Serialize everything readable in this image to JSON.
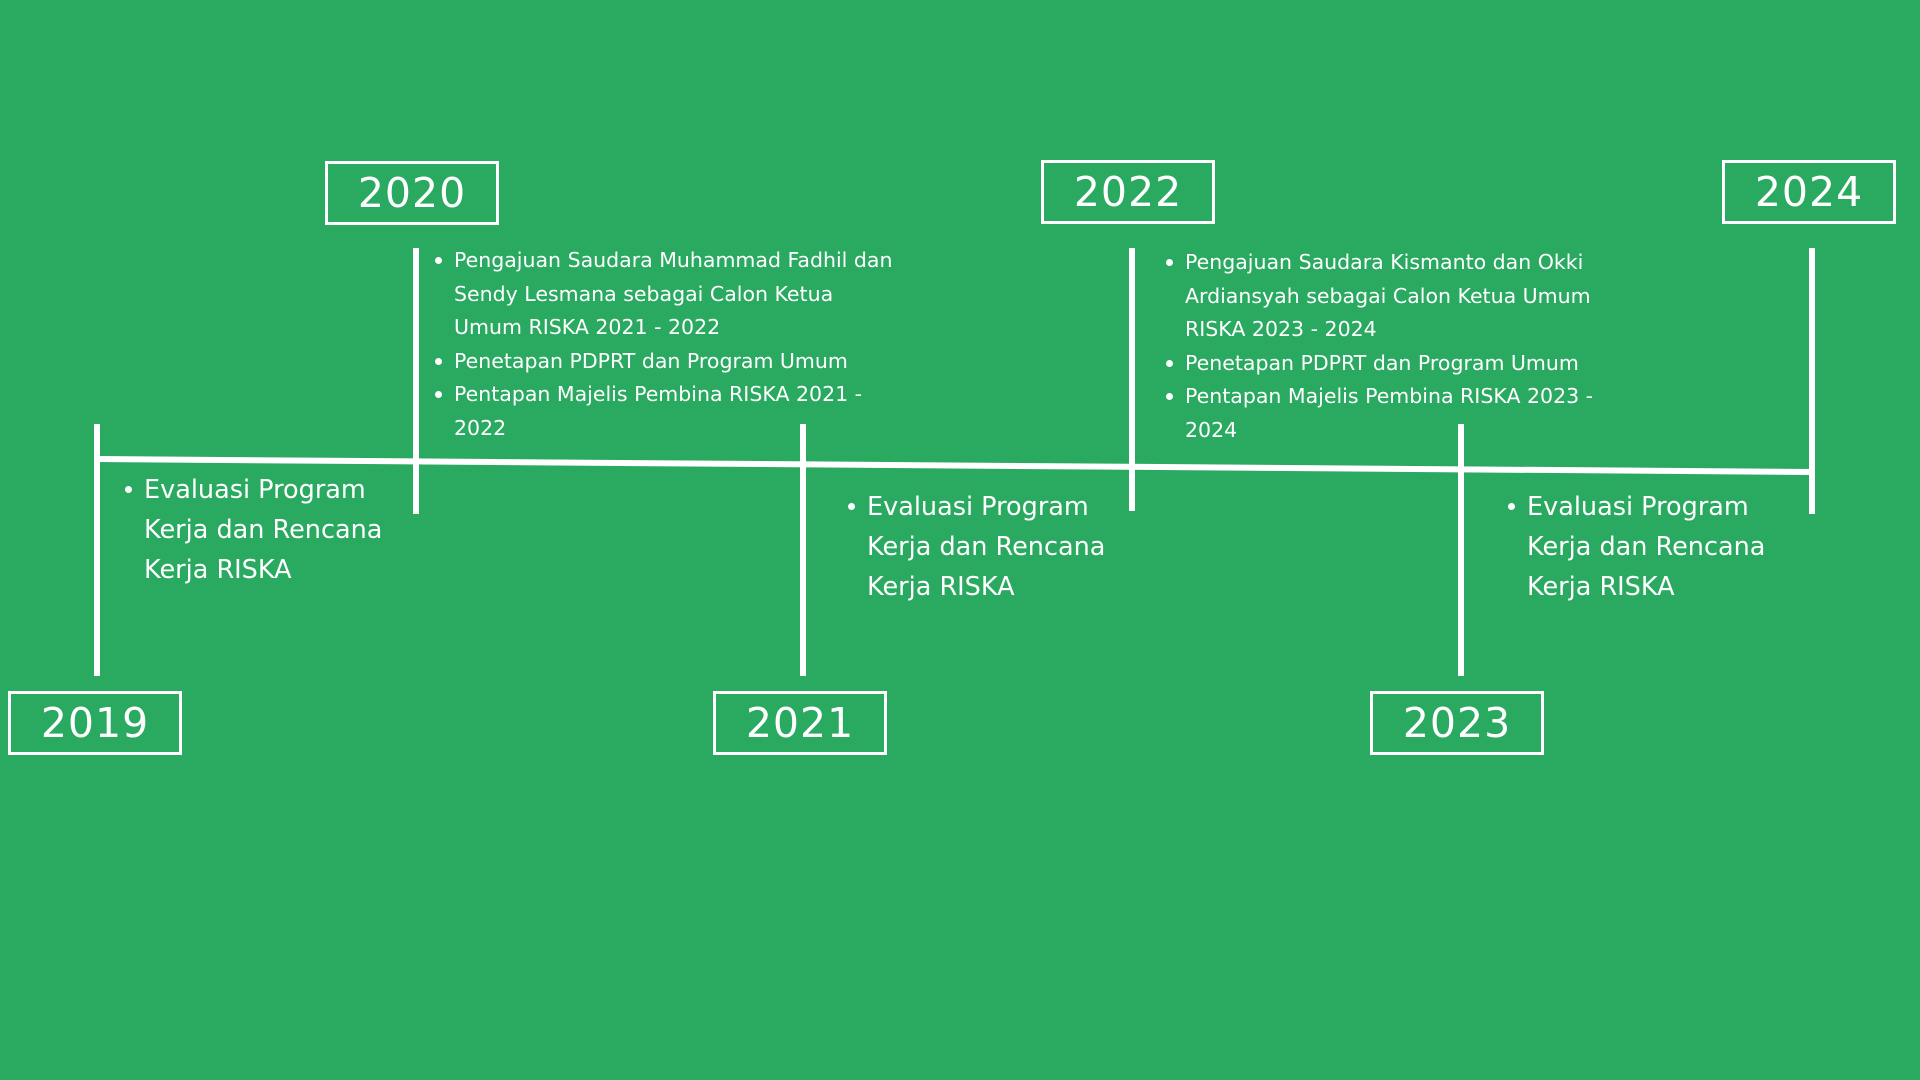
{
  "timeline": {
    "colors": {
      "background": "#2aaa61",
      "foreground": "#ffffff"
    },
    "milestones": [
      {
        "year": "2019",
        "events": [
          "Evaluasi Program Kerja dan Rencana Kerja RISKA"
        ]
      },
      {
        "year": "2020",
        "events": [
          "Pengajuan Saudara Muhammad Fadhil dan Sendy Lesmana sebagai Calon Ketua Umum RISKA 2021 - 2022",
          "Penetapan PDPRT dan Program Umum",
          "Pentapan Majelis Pembina RISKA 2021 - 2022"
        ]
      },
      {
        "year": "2021",
        "events": [
          "Evaluasi Program Kerja dan Rencana Kerja RISKA"
        ]
      },
      {
        "year": "2022",
        "events": [
          "Pengajuan Saudara Kismanto dan Okki Ardiansyah sebagai Calon Ketua Umum RISKA 2023 - 2024",
          "Penetapan PDPRT dan Program Umum",
          "Pentapan Majelis Pembina RISKA 2023 - 2024"
        ]
      },
      {
        "year": "2023",
        "events": [
          "Evaluasi Program Kerja dan Rencana Kerja RISKA"
        ]
      },
      {
        "year": "2024",
        "events": []
      }
    ]
  }
}
